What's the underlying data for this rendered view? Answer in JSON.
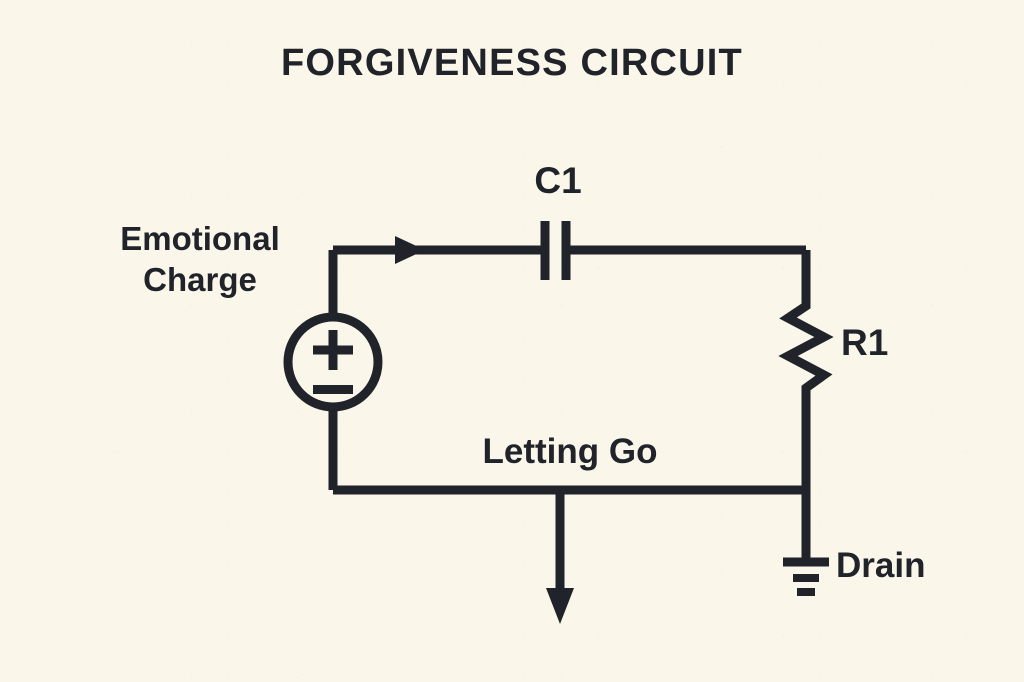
{
  "page": {
    "title": "FORGIVENESS CIRCUIT",
    "background_color": "#faf6e9",
    "ink_color": "#20232a"
  },
  "diagram": {
    "type": "electrical-schematic",
    "labels": {
      "source_line1": "Emotional",
      "source_line2": "Charge",
      "capacitor": "C1",
      "resistor": "R1",
      "bottom_wire": "Letting Go",
      "ground": "Drain"
    },
    "source_symbol": {
      "positive": "+",
      "negative": "−"
    },
    "components": [
      {
        "ref": "V1",
        "kind": "voltage-source",
        "label": "Emotional Charge",
        "polarity": "+ over -"
      },
      {
        "ref": "C1",
        "kind": "capacitor",
        "label": "C1"
      },
      {
        "ref": "R1",
        "kind": "resistor",
        "label": "R1"
      },
      {
        "ref": "GND",
        "kind": "ground",
        "label": "Drain"
      },
      {
        "ref": "I1",
        "kind": "current-arrow",
        "label": ""
      },
      {
        "ref": "OUT",
        "kind": "output-arrow",
        "label": "Letting Go"
      }
    ]
  }
}
